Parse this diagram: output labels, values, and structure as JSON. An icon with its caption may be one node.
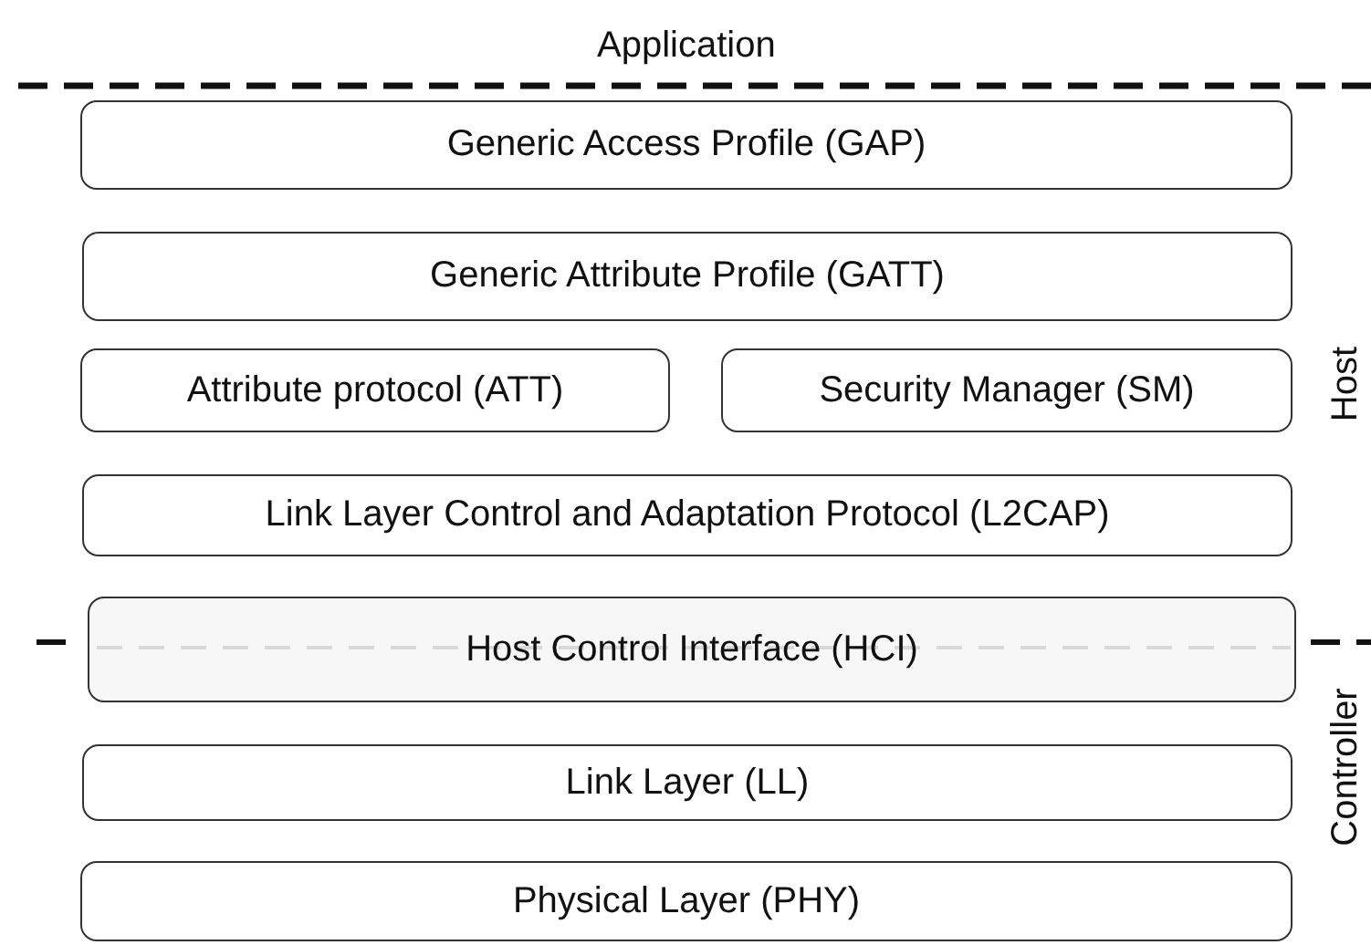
{
  "diagram": {
    "nodes": [
      {
        "text": [
          "Generic Access Profile (GAP)"
        ]
      },
      {
        "text": [
          "Generic Attribute Profile (GATT)"
        ]
      },
      {
        "text": [
          "Attribute protocol (ATT)"
        ]
      },
      {
        "text": [
          "Security Manager (SM)"
        ]
      },
      {
        "text": [
          "Link Layer Control and Adaptation Protocol (L2CAP)"
        ]
      },
      {
        "text": [
          "Host Control Interface (HCI)"
        ]
      },
      {
        "text": [
          "Link Layer (LL)"
        ]
      },
      {
        "text": [
          "Physical Layer (PHY)"
        ]
      }
    ],
    "labels": [
      "Application",
      "Host",
      "Controller"
    ]
  }
}
